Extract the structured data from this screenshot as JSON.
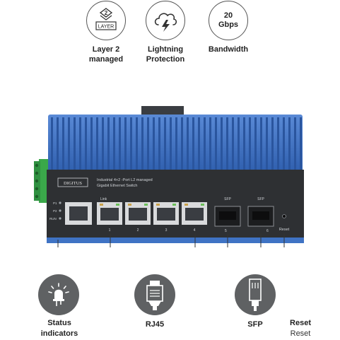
{
  "features": [
    {
      "icon": "layer-2-icon",
      "badge_number": "2",
      "badge_text": "LAYER",
      "label_line1": "Layer 2",
      "label_line2": "managed"
    },
    {
      "icon": "lightning-cloud-icon",
      "label_line1": "Lightning",
      "label_line2": "Protection"
    },
    {
      "icon": "bandwidth-icon",
      "value": "20",
      "unit": "Gbps",
      "label_line1": "Bandwidth",
      "label_line2": ""
    }
  ],
  "device": {
    "brand": "DIGITUS",
    "title_line1": "Industrial 4+2 -Port L2 managed",
    "title_line2": "Gigabit Ethernet Switch",
    "led_labels": [
      "P1",
      "P2",
      "RUN"
    ],
    "link_label": "Link",
    "port_numbers": [
      "1",
      "2",
      "3",
      "4"
    ],
    "sfp_labels": [
      "SFP",
      "SFP"
    ],
    "sfp_numbers": [
      "5",
      "6"
    ],
    "reset_label": "Reset",
    "colors": {
      "body": "#3f73c4",
      "panel": "#2e3033",
      "terminal": "#3aa84a"
    }
  },
  "callouts": {
    "status": {
      "icon": "led-bulb-icon",
      "line1": "Status",
      "line2": "indicators"
    },
    "rj45": {
      "icon": "rj45-connector-icon",
      "label": "RJ45"
    },
    "sfp": {
      "icon": "sfp-module-icon",
      "label": "SFP"
    },
    "reset": {
      "line1": "Reset",
      "line2": "Reset"
    }
  }
}
